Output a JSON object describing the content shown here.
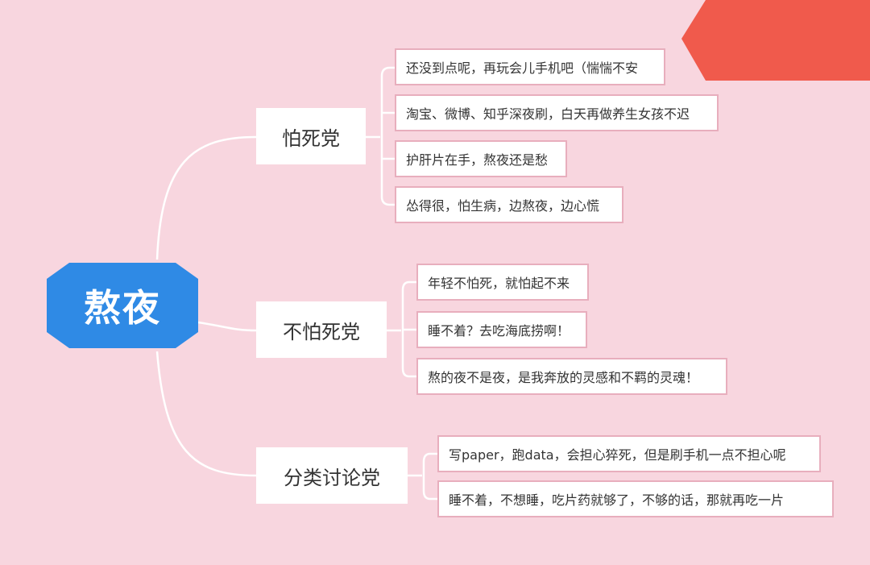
{
  "mindmap": {
    "central": {
      "label": "熬夜"
    },
    "branches": [
      {
        "label": "怕死党",
        "items": [
          "还没到点呢，再玩会儿手机吧（惴惴不安",
          "淘宝、微博、知乎深夜刷，白天再做养生女孩不迟",
          "护肝片在手，熬夜还是愁",
          "怂得很，怕生病，边熬夜，边心慌"
        ]
      },
      {
        "label": "不怕死党",
        "items": [
          "年轻不怕死，就怕起不来",
          "睡不着？去吃海底捞啊！",
          "熬的夜不是夜，是我奔放的灵感和不羁的灵魂！"
        ]
      },
      {
        "label": "分类讨论党",
        "items": [
          "写paper，跑data，会担心猝死，但是刷手机一点不担心呢",
          "睡不着，不想睡，吃片药就够了，不够的话，那就再吃一片"
        ]
      }
    ]
  },
  "colors": {
    "background": "#f8d6df",
    "central": "#2f8ae5",
    "connector": "#ffffff",
    "leaf_border": "#e8aebd",
    "corner_tab": "#f05a4c"
  }
}
